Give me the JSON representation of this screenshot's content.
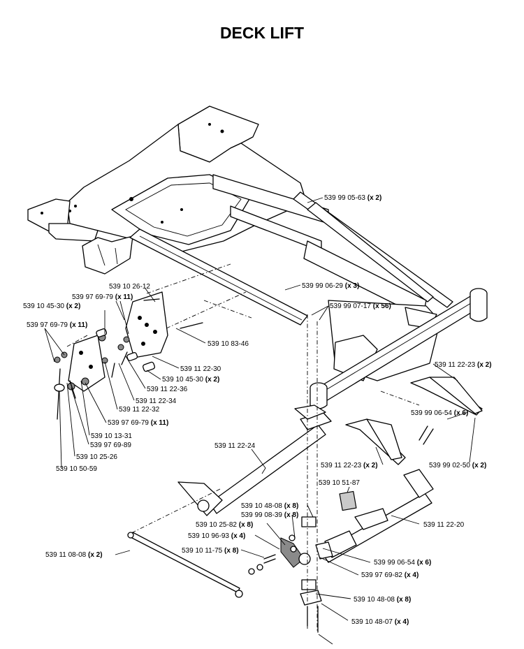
{
  "title": "DECK LIFT",
  "labels": [
    {
      "id": "l1",
      "part": "539 99 05-63",
      "qty": "(x 2)"
    },
    {
      "id": "l2",
      "part": "539 99 06-29",
      "qty": "(x 3)"
    },
    {
      "id": "l3",
      "part": "539 99 07-17",
      "qty": "(x 56)"
    },
    {
      "id": "l4",
      "part": "539 10 26-12",
      "qty": ""
    },
    {
      "id": "l5",
      "part": "539 97 69-79",
      "qty": "(x 11)"
    },
    {
      "id": "l6",
      "part": "539 10 45-30",
      "qty": "(x 2)"
    },
    {
      "id": "l7",
      "part": "539 97 69-79",
      "qty": "(x 11)"
    },
    {
      "id": "l8",
      "part": "539 10 83-46",
      "qty": ""
    },
    {
      "id": "l9",
      "part": "539 11 22-30",
      "qty": ""
    },
    {
      "id": "l10",
      "part": "539 10 45-30",
      "qty": "(x 2)"
    },
    {
      "id": "l11",
      "part": "539 11 22-36",
      "qty": ""
    },
    {
      "id": "l12",
      "part": "539 11 22-34",
      "qty": ""
    },
    {
      "id": "l13",
      "part": "539 11 22-32",
      "qty": ""
    },
    {
      "id": "l14",
      "part": "539 97 69-79",
      "qty": "(x 11)"
    },
    {
      "id": "l15",
      "part": "539 10 13-31",
      "qty": ""
    },
    {
      "id": "l16",
      "part": "539 97 69-89",
      "qty": ""
    },
    {
      "id": "l17",
      "part": "539 10 25-26",
      "qty": ""
    },
    {
      "id": "l18",
      "part": "539 10 50-59",
      "qty": ""
    },
    {
      "id": "l19",
      "part": "539 11 22-23",
      "qty": "(x 2)"
    },
    {
      "id": "l20",
      "part": "539 99 06-54",
      "qty": "(x 6)"
    },
    {
      "id": "l21",
      "part": "539 99 02-50",
      "qty": "(x 2)"
    },
    {
      "id": "l22",
      "part": "539 11 22-24",
      "qty": ""
    },
    {
      "id": "l23",
      "part": "539 11 22-23",
      "qty": "(x 2)"
    },
    {
      "id": "l24",
      "part": "539 10 51-87",
      "qty": ""
    },
    {
      "id": "l25",
      "part": "539 10 48-08",
      "qty": "(x 8)"
    },
    {
      "id": "l26",
      "part": "539 99 08-39",
      "qty": "(x 8)"
    },
    {
      "id": "l27",
      "part": "539 10 25-82",
      "qty": "(x 8)"
    },
    {
      "id": "l28",
      "part": "539 10 96-93",
      "qty": "(x 4)"
    },
    {
      "id": "l29",
      "part": "539 11 22-20",
      "qty": ""
    },
    {
      "id": "l30",
      "part": "539 11 08-08",
      "qty": "(x 2)"
    },
    {
      "id": "l31",
      "part": "539 10 11-75",
      "qty": "(x 8)"
    },
    {
      "id": "l32",
      "part": "539 99 06-54",
      "qty": "(x 6)"
    },
    {
      "id": "l33",
      "part": "539 97 69-82",
      "qty": "(x 4)"
    },
    {
      "id": "l34",
      "part": "539 10 48-08",
      "qty": "(x 8)"
    },
    {
      "id": "l35",
      "part": "539 10 48-07",
      "qty": "(x 4)"
    }
  ]
}
